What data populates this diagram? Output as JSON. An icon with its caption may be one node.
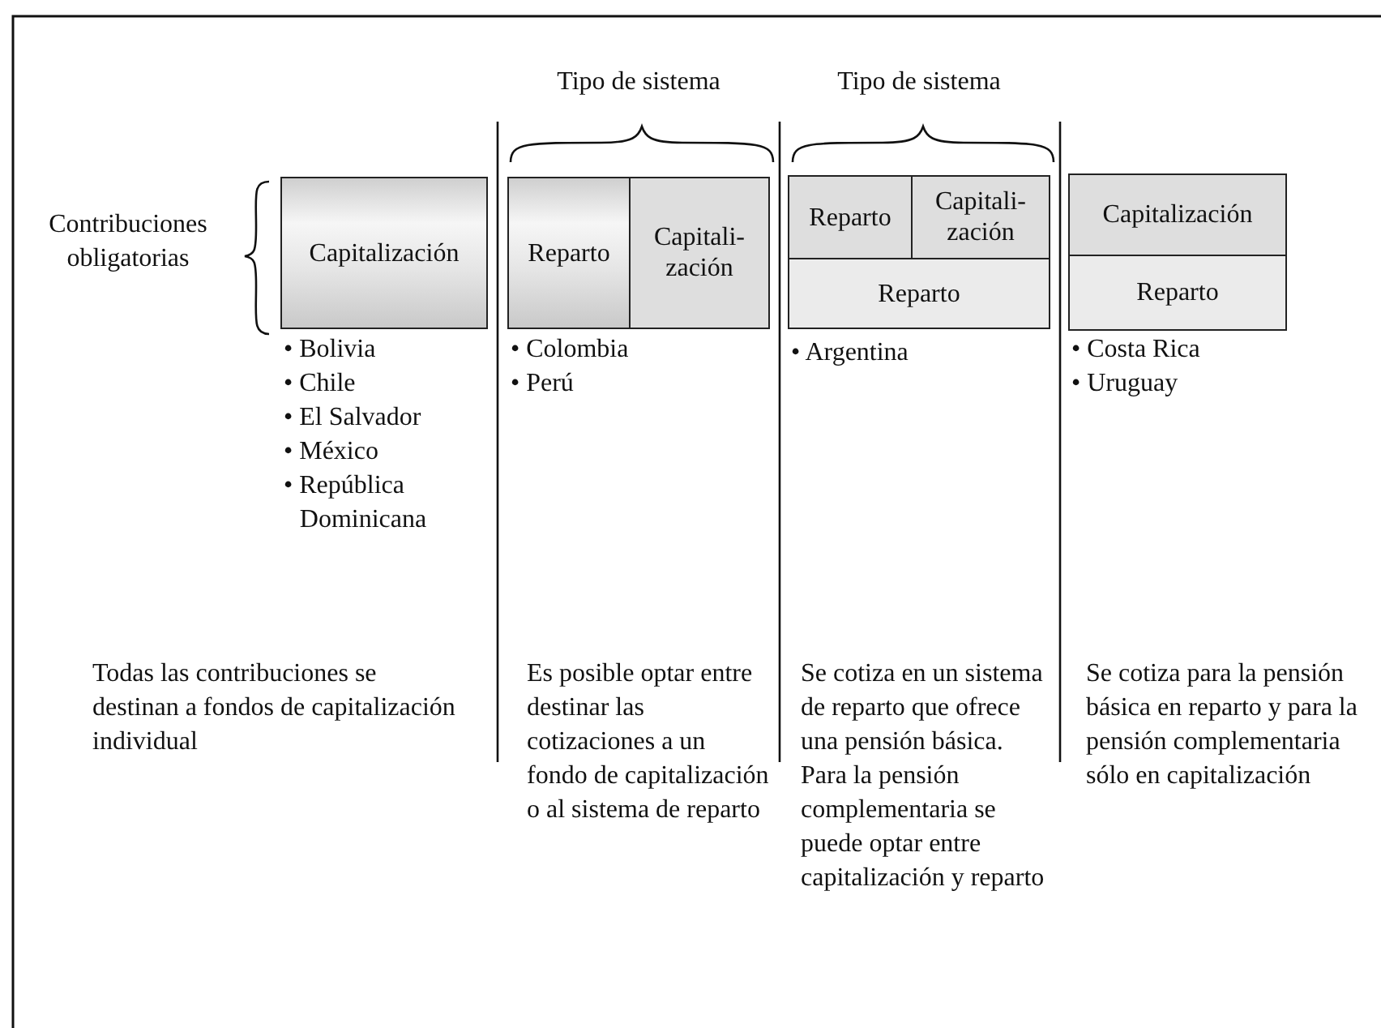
{
  "diagram": {
    "nodes": [
      {
        "text": [
          "Capitalización"
        ]
      },
      {
        "text": [
          "Reparto"
        ]
      },
      {
        "text": [
          "Capitali- zación"
        ]
      },
      {
        "text": [
          "Reparto"
        ]
      },
      {
        "text": [
          "Capitali- zación"
        ]
      },
      {
        "text": [
          "Reparto"
        ]
      },
      {
        "text": [
          "Capitalización"
        ]
      },
      {
        "text": [
          "Reparto"
        ]
      }
    ],
    "edges": [],
    "labels": [
      "Tipo de sistema",
      "Tipo de sistema",
      "Contribuciones obligatorias",
      "• Bolivia",
      "• Chile",
      "• El Salvador",
      "• México",
      "• República Dominicana",
      "• Colombia",
      "• Perú",
      "• Argentina",
      "• Costa Rica",
      "• Uruguay",
      "Todas las contribuciones se destinan a fondos de capitalización individual",
      "Es posible optar entre destinar las cotizaciones a un fondo de capitalización o al sistema de reparto",
      "Se cotiza en un sistema de reparto que ofrece una pensión básica. Para la pensión complementaria se puede optar entre capitalización y reparto",
      "Se cotiza para la pensión básica en reparto y para la pensión complementaria sólo en capitalización"
    ]
  }
}
